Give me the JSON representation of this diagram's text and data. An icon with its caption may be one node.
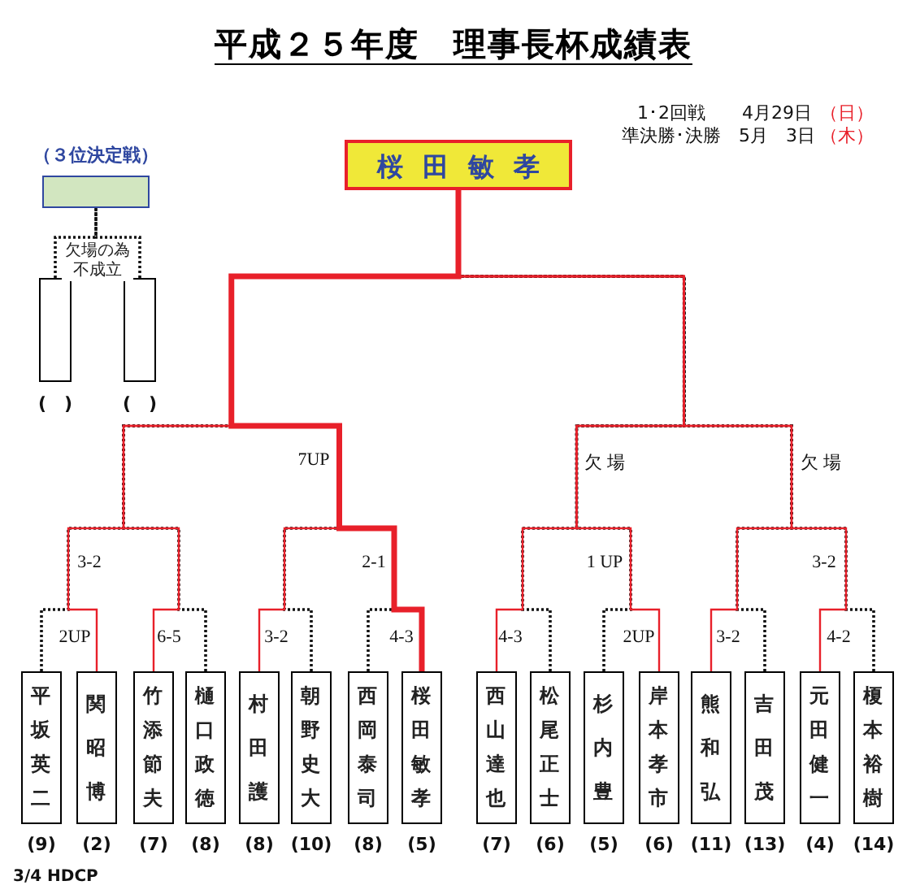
{
  "diagram": {
    "title": "平成２５年度　理事長杯成績表",
    "nodes": [
      {
        "text": [
          "桜田敏孝"
        ]
      },
      {
        "text": [],
        "shape": "box",
        "beside": [
          "（３位決定戦）"
        ]
      },
      {
        "text": [],
        "shape": "box",
        "beside": [
          "(　)"
        ]
      },
      {
        "text": [],
        "shape": "box",
        "beside": [
          "(　)"
        ]
      },
      {
        "text": [
          "平坂英二"
        ],
        "beside": [
          "(9)"
        ]
      },
      {
        "text": [
          "関昭博"
        ],
        "beside": [
          "(2)"
        ]
      },
      {
        "text": [
          "竹添節夫"
        ],
        "beside": [
          "(7)"
        ]
      },
      {
        "text": [
          "樋口政徳"
        ],
        "beside": [
          "(8)"
        ]
      },
      {
        "text": [
          "村田護"
        ],
        "beside": [
          "(8)"
        ]
      },
      {
        "text": [
          "朝野史大"
        ],
        "beside": [
          "(10)"
        ]
      },
      {
        "text": [
          "西岡泰司"
        ],
        "beside": [
          "(8)"
        ]
      },
      {
        "text": [
          "桜田敏孝"
        ],
        "beside": [
          "(5)"
        ]
      },
      {
        "text": [
          "西山達也"
        ],
        "beside": [
          "(7)"
        ]
      },
      {
        "text": [
          "松尾正士"
        ],
        "beside": [
          "(6)"
        ]
      },
      {
        "text": [
          "杉内豊"
        ],
        "beside": [
          "(5)"
        ]
      },
      {
        "text": [
          "岸本孝市"
        ],
        "beside": [
          "(6)"
        ]
      },
      {
        "text": [
          "熊和弘"
        ],
        "beside": [
          "(11)"
        ]
      },
      {
        "text": [
          "吉田茂"
        ],
        "beside": [
          "(13)"
        ]
      },
      {
        "text": [
          "元田健一"
        ],
        "beside": [
          "(4)"
        ]
      },
      {
        "text": [
          "榎本裕樹"
        ],
        "beside": [
          "(14)"
        ]
      }
    ],
    "edges": [
      {
        "from": 2,
        "to": 1,
        "arrow": "none",
        "style": "dashed"
      },
      {
        "from": 3,
        "to": 1,
        "arrow": "none",
        "style": "dashed"
      },
      {
        "from": 4,
        "to": 0,
        "arrow": "none",
        "style": "dashed"
      },
      {
        "from": 5,
        "to": 0,
        "arrow": "none",
        "color": "#e8202a"
      },
      {
        "from": 6,
        "to": 0,
        "arrow": "none",
        "color": "#e8202a"
      },
      {
        "from": 7,
        "to": 0,
        "arrow": "none",
        "style": "dashed"
      },
      {
        "from": 8,
        "to": 0,
        "arrow": "none",
        "color": "#e8202a"
      },
      {
        "from": 9,
        "to": 0,
        "arrow": "none",
        "style": "dashed"
      },
      {
        "from": 10,
        "to": 0,
        "arrow": "none",
        "style": "dashed"
      },
      {
        "from": 11,
        "to": 0,
        "arrow": "none",
        "style": "thick",
        "color": "#e8202a"
      },
      {
        "from": 12,
        "to": 0,
        "arrow": "none",
        "color": "#e8202a"
      },
      {
        "from": 13,
        "to": 0,
        "arrow": "none",
        "style": "dashed"
      },
      {
        "from": 14,
        "to": 0,
        "arrow": "none",
        "style": "dashed"
      },
      {
        "from": 15,
        "to": 0,
        "arrow": "none",
        "color": "#e8202a"
      },
      {
        "from": 16,
        "to": 0,
        "arrow": "none",
        "color": "#e8202a"
      },
      {
        "from": 17,
        "to": 0,
        "arrow": "none",
        "style": "dashed"
      },
      {
        "from": 18,
        "to": 0,
        "arrow": "none",
        "color": "#e8202a"
      },
      {
        "from": 19,
        "to": 0,
        "arrow": "none",
        "style": "dashed"
      }
    ],
    "labels": [
      "1･2回戦",
      "4月29日",
      "（日）",
      "準決勝･決勝",
      "5月　3日",
      "（木）",
      "欠場の為不成立",
      "7UP",
      "欠 場",
      "欠 場",
      "3-2",
      "2-1",
      "1 UP",
      "3-2",
      "2UP",
      "6-5",
      "3-2",
      "4-3",
      "4-3",
      "2UP",
      "3-2",
      "4-2",
      "3/4 HDCP"
    ]
  }
}
